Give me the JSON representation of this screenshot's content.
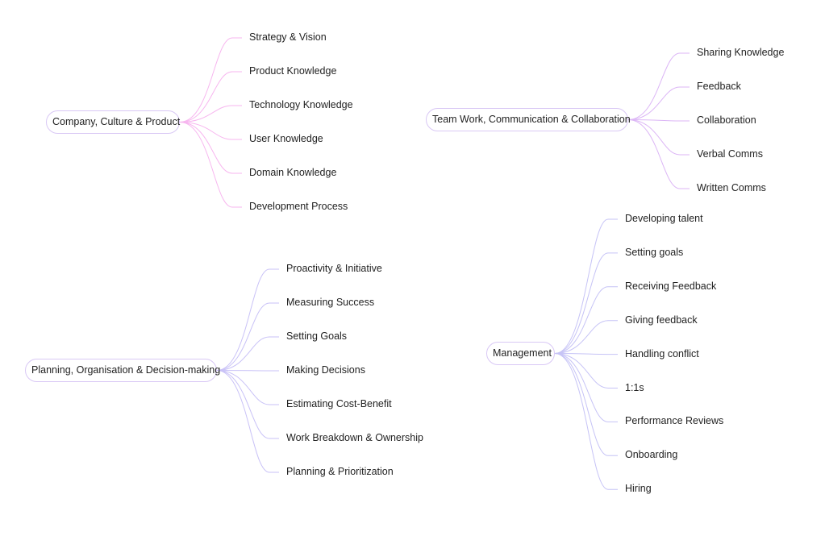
{
  "groups": [
    {
      "title": "Company, Culture & Product",
      "color": "#f7b6ef",
      "children": [
        "Strategy & Vision",
        "Product Knowledge",
        "Technology Knowledge",
        "User Knowledge",
        "Domain Knowledge",
        "Development Process"
      ]
    },
    {
      "title": "Team Work, Communication & Collaboration",
      "color": "#dcb6f6",
      "children": [
        "Sharing Knowledge",
        "Feedback",
        "Collaboration",
        "Verbal Comms",
        "Written Comms"
      ]
    },
    {
      "title": "Planning, Organisation & Decision-making",
      "color": "#c9c2f7",
      "children": [
        "Proactivity & Initiative",
        "Measuring Success",
        "Setting Goals",
        "Making Decisions",
        "Estimating Cost-Benefit",
        "Work Breakdown & Ownership",
        "Planning & Prioritization"
      ]
    },
    {
      "title": "Management",
      "color": "#c6c3f6",
      "children": [
        "Developing talent",
        "Setting goals",
        "Receiving Feedback",
        "Giving feedback",
        "Handling conflict",
        "1:1s",
        "Performance Reviews",
        "Onboarding",
        "Hiring"
      ]
    }
  ]
}
